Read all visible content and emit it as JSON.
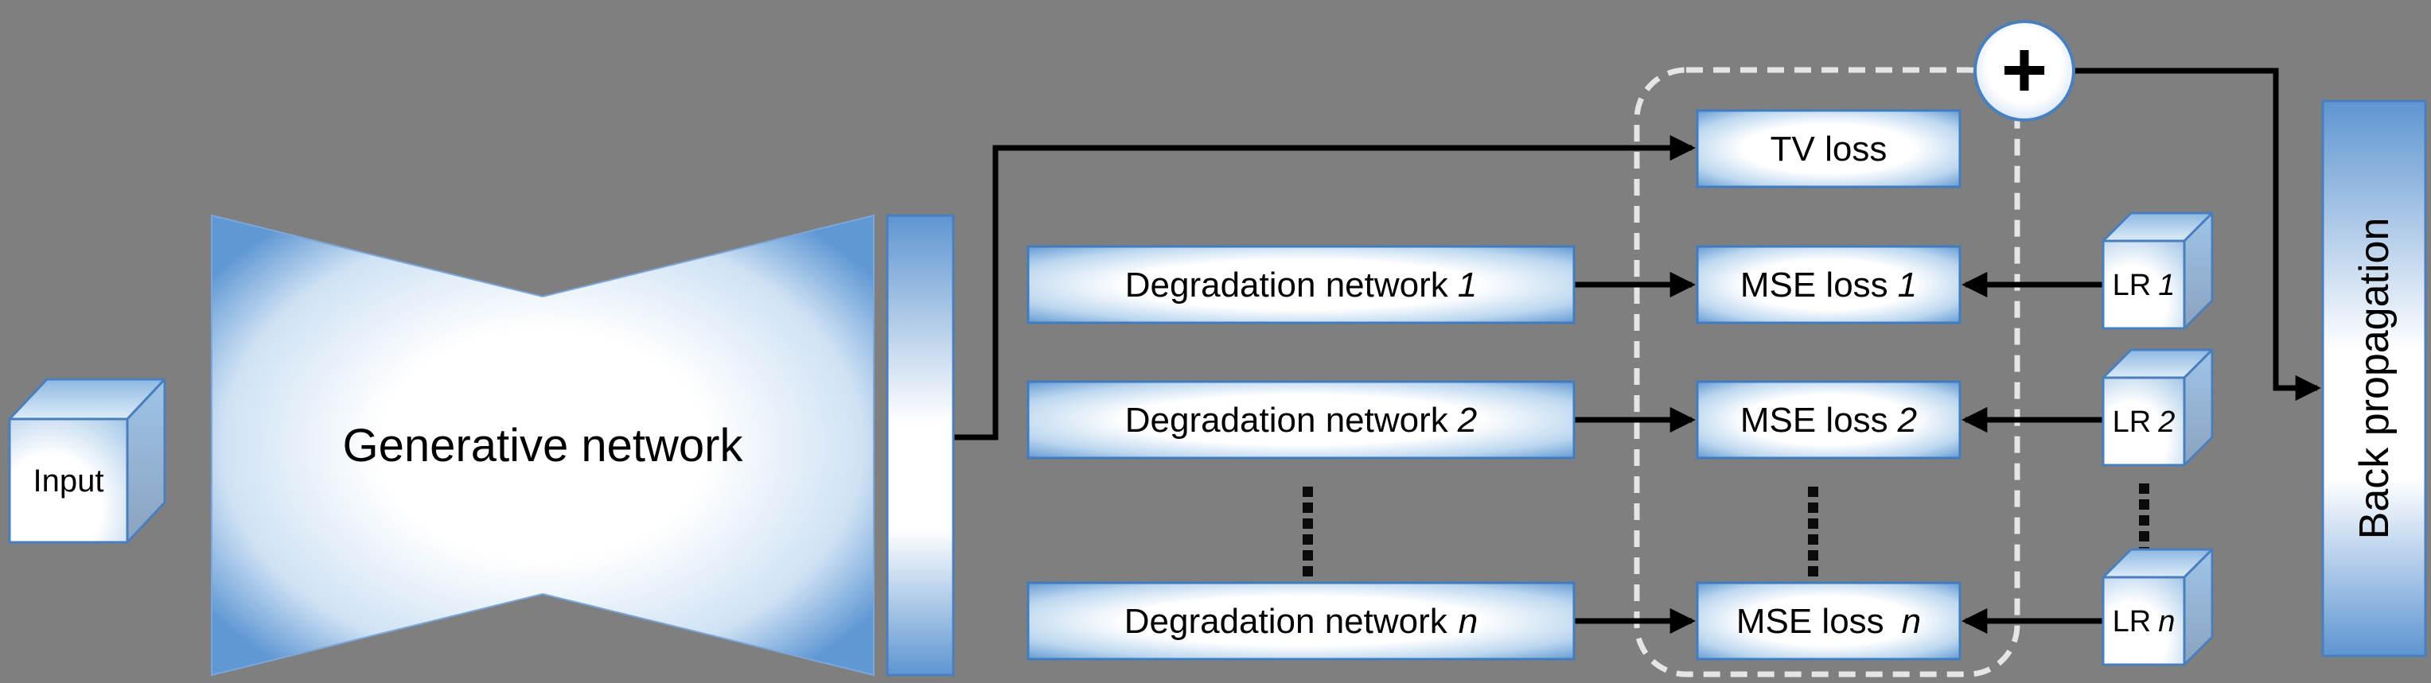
{
  "colors": {
    "background": "#7f7f7f",
    "node_edge_blue": "#5e95d1",
    "node_border_blue": "#4a7ebc",
    "dashed_outline": "#e5e5e5",
    "line_black": "#000000"
  },
  "input_cube": {
    "label": "Input"
  },
  "generative_network": {
    "label": "Generative network"
  },
  "degradation_networks": [
    {
      "label": "Degradation network",
      "index": "1"
    },
    {
      "label": "Degradation network",
      "index": "2"
    },
    {
      "label": "Degradation network",
      "index": "n"
    }
  ],
  "losses": {
    "tv": {
      "label": "TV loss"
    },
    "mse": [
      {
        "label": "MSE loss",
        "index": "1"
      },
      {
        "label": "MSE loss",
        "index": "2"
      },
      {
        "label": "MSE loss",
        "index": "n"
      }
    ]
  },
  "lr_inputs": [
    {
      "label": "LR",
      "index": "1"
    },
    {
      "label": "LR",
      "index": "2"
    },
    {
      "label": "LR",
      "index": "n"
    }
  ],
  "sum_node": {
    "symbol": "+"
  },
  "back_propagation": {
    "label": "Back propagation"
  }
}
